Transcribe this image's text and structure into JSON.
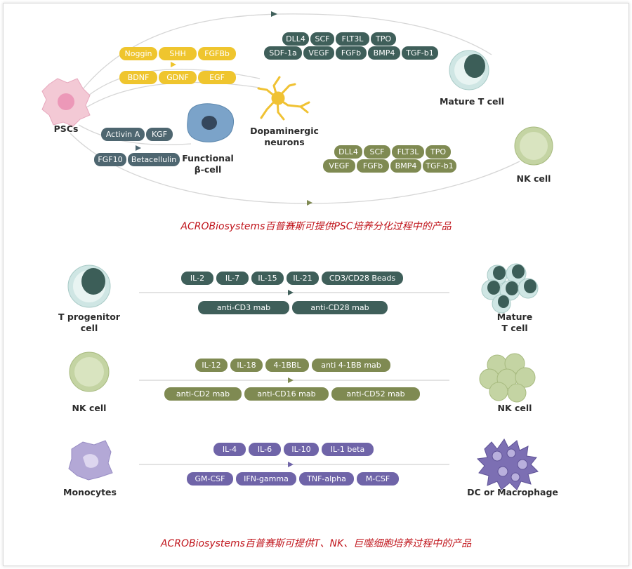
{
  "top": {
    "pscs_label": "PSCs",
    "path_yellow1": [
      "Noggin",
      "SHH",
      "FGFBb"
    ],
    "path_yellow2": [
      "BDNF",
      "GDNF",
      "EGF"
    ],
    "dopaminergic_label": "Dopaminergic\nneurons",
    "beta_row1": [
      "Activin A",
      "KGF"
    ],
    "beta_row2": [
      "FGF10",
      "Betacellulin"
    ],
    "functional_label": "Functional\nβ-cell",
    "tcell_row1": [
      "DLL4",
      "SCF",
      "FLT3L",
      "TPO"
    ],
    "tcell_row2": [
      "SDF-1a",
      "VEGF",
      "FGFb",
      "BMP4",
      "TGF-b1"
    ],
    "mature_t_label": "Mature T cell",
    "nk_row1": [
      "DLL4",
      "SCF",
      "FLT3L",
      "TPO"
    ],
    "nk_row2": [
      "VEGF",
      "FGFb",
      "BMP4",
      "TGF-b1"
    ],
    "nk_label": "NK cell",
    "caption": "ACROBiosystems百普赛斯可提供PSC培养分化过程中的产品"
  },
  "bottom": {
    "t_row1": [
      "IL-2",
      "IL-7",
      "IL-15",
      "IL-21",
      "CD3/CD28 Beads"
    ],
    "t_row2": [
      "anti-CD3 mab",
      "anti-CD28 mab"
    ],
    "t_from": "T progenitor\ncell",
    "t_to": "Mature\nT cell",
    "nk_row1": [
      "IL-12",
      "IL-18",
      "4-1BBL",
      "anti 4-1BB mab"
    ],
    "nk_row2": [
      "anti-CD2 mab",
      "anti-CD16 mab",
      "anti-CD52 mab"
    ],
    "nk_from": "NK cell",
    "nk_to": "NK cell",
    "mono_row1": [
      "IL-4",
      "IL-6",
      "IL-10",
      "IL-1 beta"
    ],
    "mono_row2": [
      "GM-CSF",
      "IFN-gamma",
      "TNF-alpha",
      "M-CSF"
    ],
    "mono_from": "Monocytes",
    "mono_to": "DC or Macrophage",
    "caption": "ACROBiosystems百普赛斯可提供T、NK、巨噬细胞培养过程中的产品"
  },
  "colors": {
    "yellow": "#efc52e",
    "dark_teal": "#3f5f5a",
    "olive": "#7f8a52",
    "purple": "#6f64a8",
    "slate": "#4e6670",
    "caption_red": "#c0141b"
  }
}
